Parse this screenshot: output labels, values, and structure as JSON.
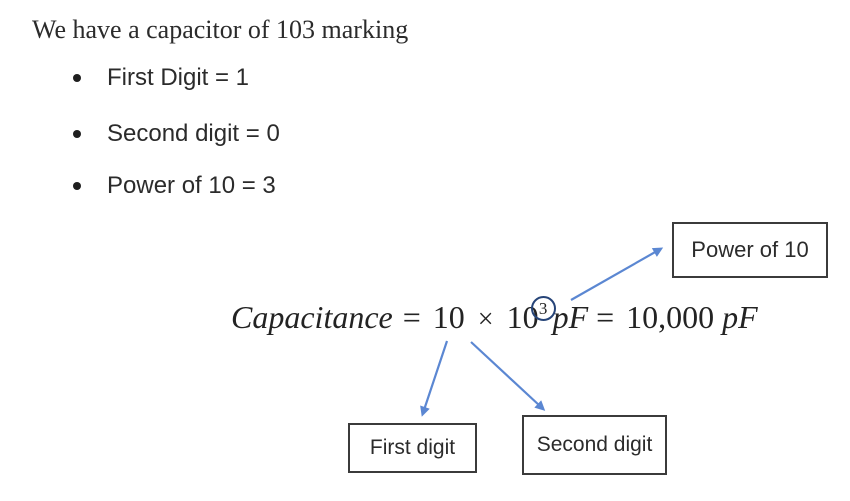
{
  "heading": "We have a capacitor of 103 marking",
  "bullets": [
    {
      "label": "First Digit = 1"
    },
    {
      "label": "Second digit = 0"
    },
    {
      "label": "Power of 10 = 3"
    }
  ],
  "formula": {
    "name": "Capacitance",
    "equals_1": "=",
    "first_two_digits": "10",
    "times": "×",
    "base": "10",
    "exponent": "3",
    "unit_1": "pF",
    "equals_2": "=",
    "result": "10,000",
    "unit_2": "pF"
  },
  "callouts": {
    "power_of_10": "Power of 10",
    "first_digit": "First digit",
    "second_digit": "Second digit"
  },
  "colors": {
    "arrow": "#5b87d2",
    "exponent-circle": "#264478",
    "box-border": "#3b3b3b",
    "text": "#2b2b2b"
  }
}
